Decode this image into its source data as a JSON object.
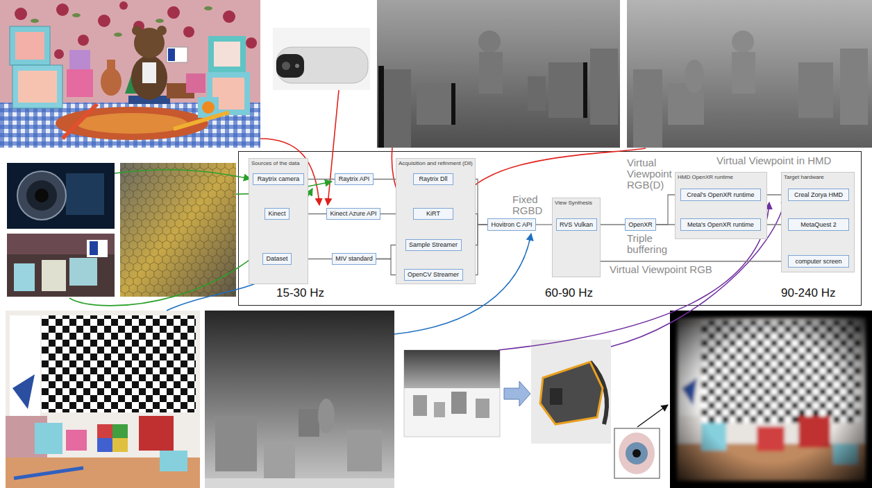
{
  "diagram": {
    "nodes": [
      {
        "text": [
          "Sources of the data"
        ]
      },
      {
        "text": [
          "Raytrix camera"
        ],
        "in": 0
      },
      {
        "text": [
          "Kinect"
        ],
        "in": 0
      },
      {
        "text": [
          "Dataset"
        ],
        "in": 0
      },
      {
        "text": [
          "Raytrix API"
        ]
      },
      {
        "text": [
          "Kinect Azure API"
        ]
      },
      {
        "text": [
          "MIV standard"
        ]
      },
      {
        "text": [
          "Acquisition and refinment (Dll)"
        ]
      },
      {
        "text": [
          "Raytrix Dll"
        ],
        "in": 7
      },
      {
        "text": [
          "KiRT"
        ],
        "in": 7
      },
      {
        "text": [
          "Sample Streamer"
        ],
        "in": 7
      },
      {
        "text": [
          "OpenCV Streamer"
        ],
        "in": 7
      },
      {
        "text": [
          "Hovitron C API"
        ]
      },
      {
        "text": [
          "View Synthesis"
        ]
      },
      {
        "text": [
          "RVS Vulkan"
        ],
        "in": 13
      },
      {
        "text": [
          "OpenXR"
        ]
      },
      {
        "text": [
          "HMD OpenXR runtime"
        ]
      },
      {
        "text": [
          "Creal's OpenXR runtime"
        ],
        "in": 16
      },
      {
        "text": [
          "Meta's OpenXR runtime"
        ],
        "in": 16
      },
      {
        "text": [
          "Target hardware"
        ]
      },
      {
        "text": [
          "Creal Zorya HMD"
        ],
        "in": 19
      },
      {
        "text": [
          "MetaQuest 2"
        ],
        "in": 19
      },
      {
        "text": [
          "computer screen"
        ],
        "in": 19
      }
    ],
    "edges": [
      {
        "from": 1,
        "to": 4,
        "arrow": "none"
      },
      {
        "from": 4,
        "to": 8,
        "arrow": "none"
      },
      {
        "from": 8,
        "to": 12,
        "arrow": "none"
      },
      {
        "from": 2,
        "to": 5,
        "arrow": "none"
      },
      {
        "from": 5,
        "to": 9,
        "arrow": "none"
      },
      {
        "from": 9,
        "to": 12,
        "arrow": "none"
      },
      {
        "from": 3,
        "to": 6,
        "arrow": "none"
      },
      {
        "from": 6,
        "to": 10,
        "arrow": "none"
      },
      {
        "from": 6,
        "to": 11,
        "arrow": "none"
      },
      {
        "from": 10,
        "to": 12,
        "arrow": "none"
      },
      {
        "from": 11,
        "to": 12,
        "arrow": "none"
      },
      {
        "from": 12,
        "to": 14,
        "arrow": "none"
      },
      {
        "from": 14,
        "to": 15,
        "arrow": "none"
      },
      {
        "from": 15,
        "to": 17,
        "arrow": "none"
      },
      {
        "from": 15,
        "to": 18,
        "arrow": "none"
      },
      {
        "from": 17,
        "to": 20,
        "arrow": "none"
      },
      {
        "from": 18,
        "to": 21,
        "arrow": "none"
      },
      {
        "from": 14,
        "to": 22,
        "label": "Virtual Viewpoint RGB",
        "arrow": "none"
      }
    ],
    "labels": [
      "Virtual Viewpoint RGB(D)",
      "Virtual Viewpoint in HMD",
      "Fixed RGBD",
      "Triple buffering",
      "15-30 Hz",
      "60-90 Hz",
      "90-240 Hz"
    ]
  }
}
